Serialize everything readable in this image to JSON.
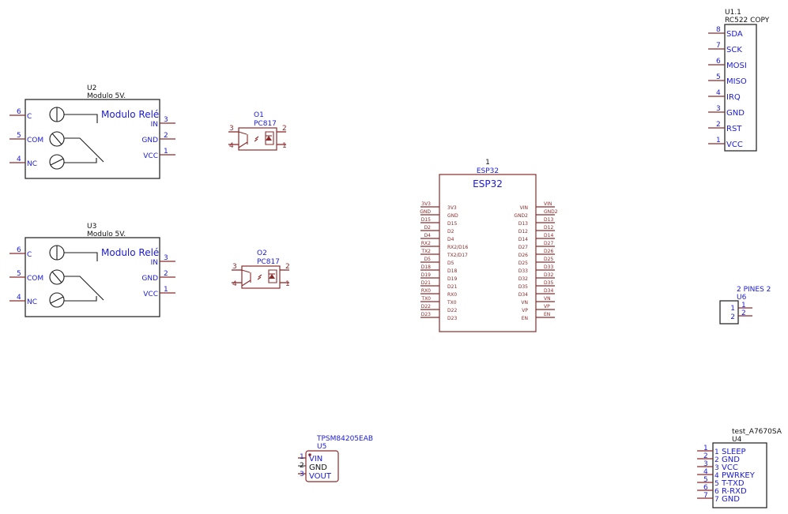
{
  "relays": [
    {
      "ref": "U2",
      "value": "Modulo 5V.",
      "title": "Modulo Relé",
      "left_pins": [
        {
          "num": "6",
          "name": "C"
        },
        {
          "num": "5",
          "name": "COM"
        },
        {
          "num": "4",
          "name": "NC"
        }
      ],
      "right_pins": [
        {
          "num": "3",
          "name": "IN"
        },
        {
          "num": "2",
          "name": "GND"
        },
        {
          "num": "1",
          "name": "VCC"
        }
      ]
    },
    {
      "ref": "U3",
      "value": "Modulo 5V.",
      "title": "Modulo Relé",
      "left_pins": [
        {
          "num": "6",
          "name": "C"
        },
        {
          "num": "5",
          "name": "COM"
        },
        {
          "num": "4",
          "name": "NC"
        }
      ],
      "right_pins": [
        {
          "num": "3",
          "name": "IN"
        },
        {
          "num": "2",
          "name": "GND"
        },
        {
          "num": "1",
          "name": "VCC"
        }
      ]
    }
  ],
  "optos": [
    {
      "ref": "O1",
      "value": "PC817",
      "pins": {
        "p1": "1",
        "p2": "2",
        "p3": "3",
        "p4": "4"
      }
    },
    {
      "ref": "O2",
      "value": "PC817",
      "pins": {
        "p1": "1",
        "p2": "2",
        "p3": "3",
        "p4": "4"
      }
    }
  ],
  "esp32": {
    "ref": "1",
    "value": "ESP32",
    "title": "ESP32",
    "left_pins": [
      {
        "ext": "3V3",
        "name": "3V3"
      },
      {
        "ext": "GND",
        "name": "GND"
      },
      {
        "ext": "D15",
        "name": "D15"
      },
      {
        "ext": "D2",
        "name": "D2"
      },
      {
        "ext": "D4",
        "name": "D4"
      },
      {
        "ext": "RX2",
        "name": "RX2/D16"
      },
      {
        "ext": "TX2",
        "name": "TX2/D17"
      },
      {
        "ext": "D5",
        "name": "D5"
      },
      {
        "ext": "D18",
        "name": "D18"
      },
      {
        "ext": "D19",
        "name": "D19"
      },
      {
        "ext": "D21",
        "name": "D21"
      },
      {
        "ext": "RX0",
        "name": "RX0"
      },
      {
        "ext": "TX0",
        "name": "TX0"
      },
      {
        "ext": "D22",
        "name": "D22"
      },
      {
        "ext": "D23",
        "name": "D23"
      }
    ],
    "right_pins": [
      {
        "ext": "VIN",
        "name": "VIN"
      },
      {
        "ext": "GND2",
        "name": "GND2"
      },
      {
        "ext": "D13",
        "name": "D13"
      },
      {
        "ext": "D12",
        "name": "D12"
      },
      {
        "ext": "D14",
        "name": "D14"
      },
      {
        "ext": "D27",
        "name": "D27"
      },
      {
        "ext": "D26",
        "name": "D26"
      },
      {
        "ext": "D25",
        "name": "D25"
      },
      {
        "ext": "D33",
        "name": "D33"
      },
      {
        "ext": "D32",
        "name": "D32"
      },
      {
        "ext": "D35",
        "name": "D35"
      },
      {
        "ext": "D34",
        "name": "D34"
      },
      {
        "ext": "VN",
        "name": "VN"
      },
      {
        "ext": "VP",
        "name": "VP"
      },
      {
        "ext": "EN",
        "name": "EN"
      }
    ]
  },
  "rc522": {
    "ref": "U1.1",
    "value": "RC522 COPY",
    "pins": [
      {
        "num": "8",
        "name": "SDA"
      },
      {
        "num": "7",
        "name": "SCK"
      },
      {
        "num": "6",
        "name": "MOSI"
      },
      {
        "num": "5",
        "name": "MISO"
      },
      {
        "num": "4",
        "name": "IRQ"
      },
      {
        "num": "3",
        "name": "GND"
      },
      {
        "num": "2",
        "name": "RST"
      },
      {
        "num": "1",
        "name": "VCC"
      }
    ]
  },
  "header2": {
    "value": "2 PINES 2",
    "ref": "U6",
    "pins": [
      {
        "num": "1",
        "name": "1"
      },
      {
        "num": "2",
        "name": "2"
      }
    ]
  },
  "tpsm": {
    "value": "TPSM84205EAB",
    "ref": "U5",
    "pins": [
      {
        "num": "1",
        "name": "VIN"
      },
      {
        "num": "2",
        "name": "GND"
      },
      {
        "num": "3",
        "name": "VOUT"
      }
    ]
  },
  "a7670": {
    "value": "test_A7670SA",
    "ref": "U4",
    "pins": [
      {
        "num": "1",
        "name": "SLEEP"
      },
      {
        "num": "2",
        "name": "GND"
      },
      {
        "num": "3",
        "name": "VCC"
      },
      {
        "num": "4",
        "name": "PWRKEY"
      },
      {
        "num": "5",
        "name": "T-TXD"
      },
      {
        "num": "6",
        "name": "R-RXD"
      },
      {
        "num": "7",
        "name": "GND"
      }
    ]
  },
  "colors": {
    "pin": "#8b2a2a",
    "label": "#1a1ad6",
    "body": "#2b2b2b"
  }
}
